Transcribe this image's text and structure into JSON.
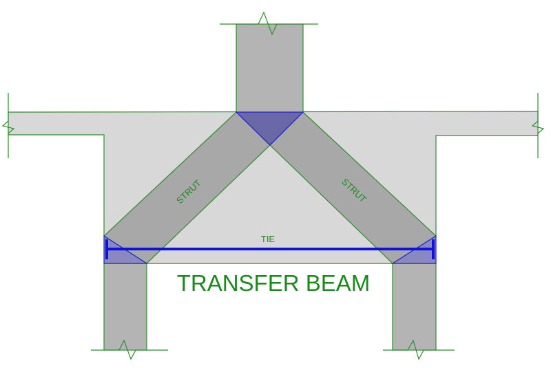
{
  "labels": {
    "strut_left": "STRUT",
    "strut_right": "STRUT",
    "tie": "TIE",
    "beam": "TRANSFER BEAM"
  },
  "colors": {
    "concrete": "#d8d8d8",
    "column": "#b4b4b4",
    "strut": "#a8a8a8",
    "node": "#6b68a8",
    "outline": "#2e8b2e",
    "tie": "#1010e0",
    "text": "#1a8a1a"
  }
}
